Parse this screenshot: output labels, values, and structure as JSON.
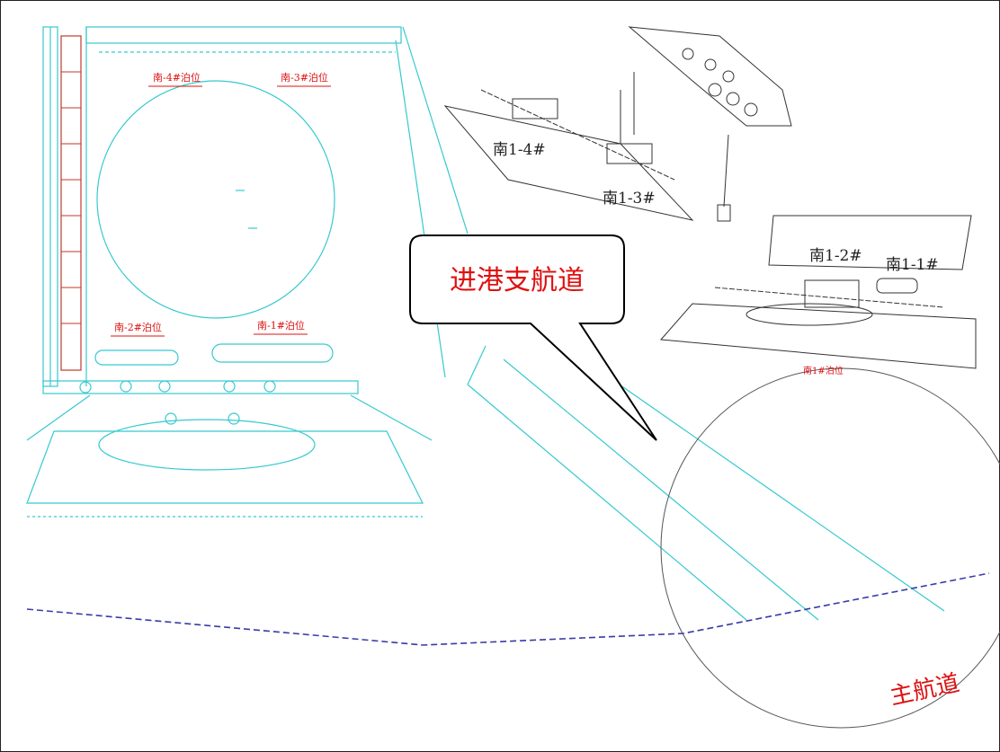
{
  "berths_left": {
    "b4": "南-4#泊位",
    "b3": "南-3#泊位",
    "b2": "南-2#泊位",
    "b1": "南-1#泊位"
  },
  "berth_right_bottom": "南1#泊位",
  "perspective_labels": {
    "s14": "南1-4#",
    "s13": "南1-3#",
    "s12": "南1-2#",
    "s11": "南1-1#"
  },
  "callout": {
    "text": "进港支航道"
  },
  "main_channel": "主航道",
  "colors": {
    "cad_cyan": "#35c9cf",
    "label_red": "#dd1111",
    "dashed_blue": "#3a3aa8",
    "mooring_red": "#c0392b"
  }
}
